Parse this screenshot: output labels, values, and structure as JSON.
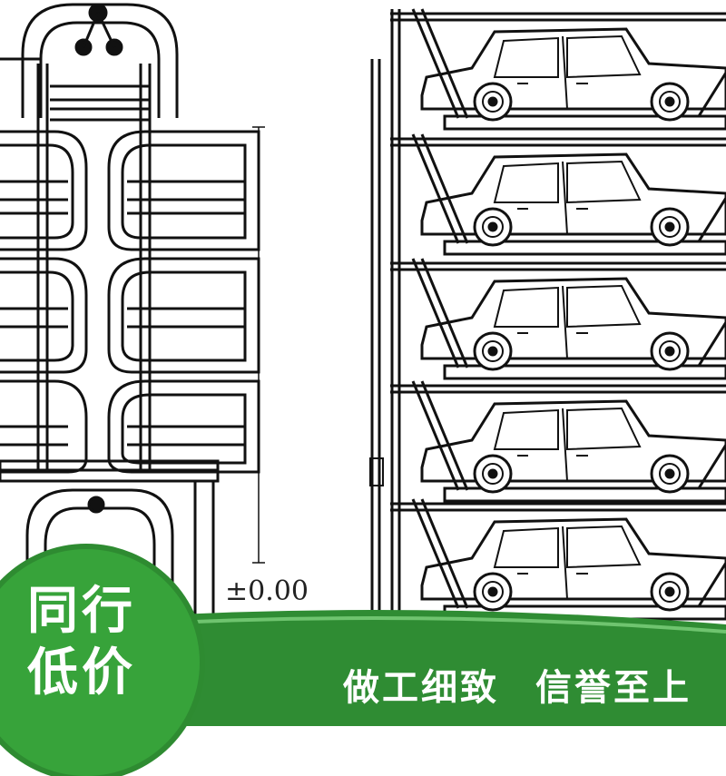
{
  "dimension": {
    "level_label": "±0.00"
  },
  "badge": {
    "line1": "同行",
    "line2": "低价"
  },
  "slogan": {
    "left": "做工细致",
    "right": "信誉至上"
  },
  "colors": {
    "badge_green": "#37a33a",
    "banner_green": "#2f8c33",
    "line": "#111111"
  },
  "icons": {
    "left_tower": "vertical-lift-parking-icon",
    "right_rack": "multi-level-parking-rack-icon"
  }
}
